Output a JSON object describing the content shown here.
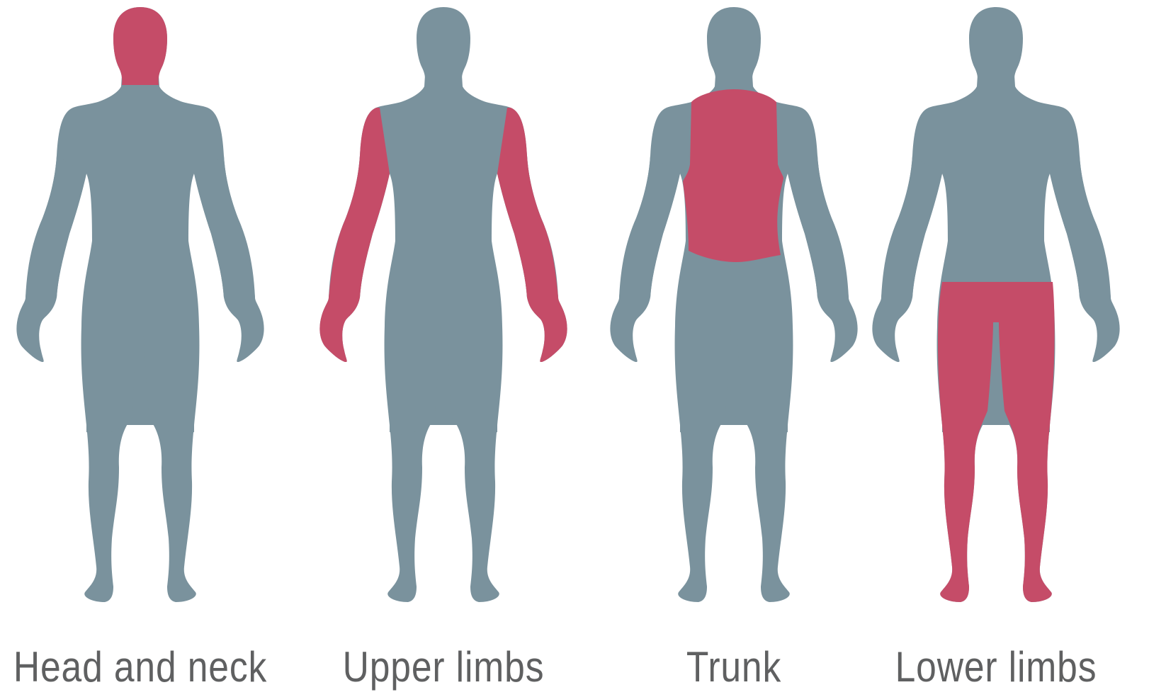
{
  "colors": {
    "body": "#7a929d",
    "highlight": "#c54c68",
    "label": "#5f6061",
    "background": "#ffffff"
  },
  "figures": [
    {
      "id": "head-and-neck",
      "label": "Head and neck",
      "highlighted_region": "head"
    },
    {
      "id": "upper-limbs",
      "label": "Upper limbs",
      "highlighted_region": "arms"
    },
    {
      "id": "trunk",
      "label": "Trunk",
      "highlighted_region": "trunk"
    },
    {
      "id": "lower-limbs",
      "label": "Lower limbs",
      "highlighted_region": "legs"
    }
  ]
}
